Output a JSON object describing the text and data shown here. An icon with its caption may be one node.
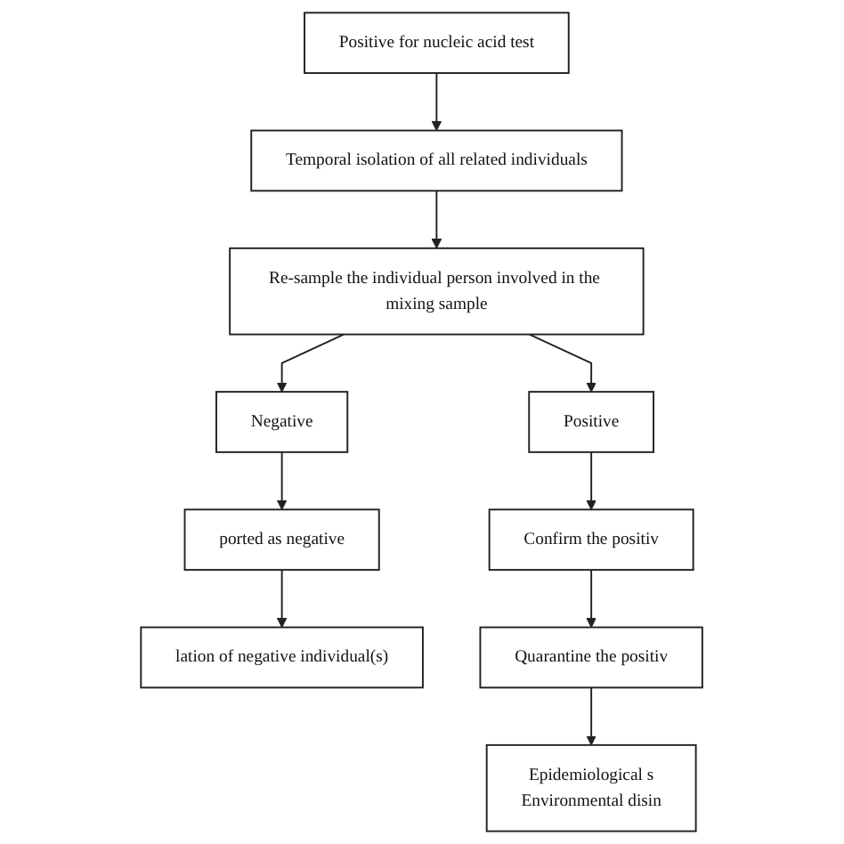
{
  "diagram": {
    "nodes": [
      {
        "text": [
          "Positive for nucleic acid test"
        ]
      },
      {
        "text": [
          "Temporal isolation of all related individuals"
        ]
      },
      {
        "text": [
          "Re-sample the individual person involved in the mixing sample"
        ]
      },
      {
        "text": [
          "Negative"
        ]
      },
      {
        "text": [
          "Positive"
        ]
      },
      {
        "text": [
          "ported as negative"
        ]
      },
      {
        "text": [
          "lation of negative individual(s)"
        ]
      },
      {
        "text": [
          "Confirm the positiv"
        ]
      },
      {
        "text": [
          "Quarantine the positiv"
        ]
      },
      {
        "text": [
          "Epidemiological s",
          "Environmental disin"
        ]
      }
    ],
    "edges": [
      {
        "from": 0,
        "to": 1,
        "arrow": "to"
      },
      {
        "from": 1,
        "to": 2,
        "arrow": "to"
      },
      {
        "from": 2,
        "to": 3,
        "arrow": "to"
      },
      {
        "from": 2,
        "to": 4,
        "arrow": "to"
      },
      {
        "from": 3,
        "to": 5,
        "arrow": "to"
      },
      {
        "from": 5,
        "to": 6,
        "arrow": "to"
      },
      {
        "from": 4,
        "to": 7,
        "arrow": "to"
      },
      {
        "from": 7,
        "to": 8,
        "arrow": "to"
      },
      {
        "from": 8,
        "to": 9,
        "arrow": "to"
      }
    ]
  }
}
